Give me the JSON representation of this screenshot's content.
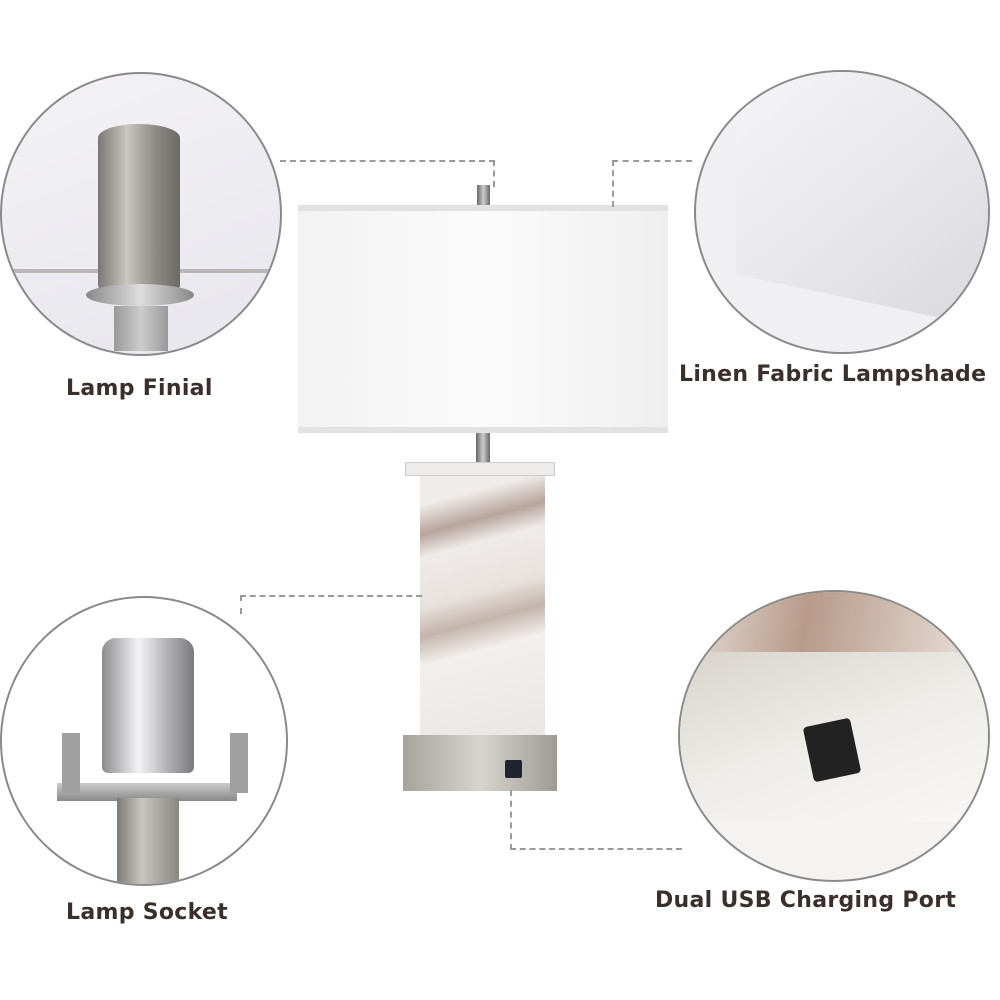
{
  "labels": {
    "finial": "Lamp Finial",
    "lampshade": "Linen Fabric Lampshade",
    "socket": "Lamp Socket",
    "usb": "Dual USB Charging Port"
  },
  "colors": {
    "label_text": "#3a2f2a",
    "shade": "#f7f7f7",
    "metal": "#a8a6a2",
    "marble": "#ece8e6"
  }
}
